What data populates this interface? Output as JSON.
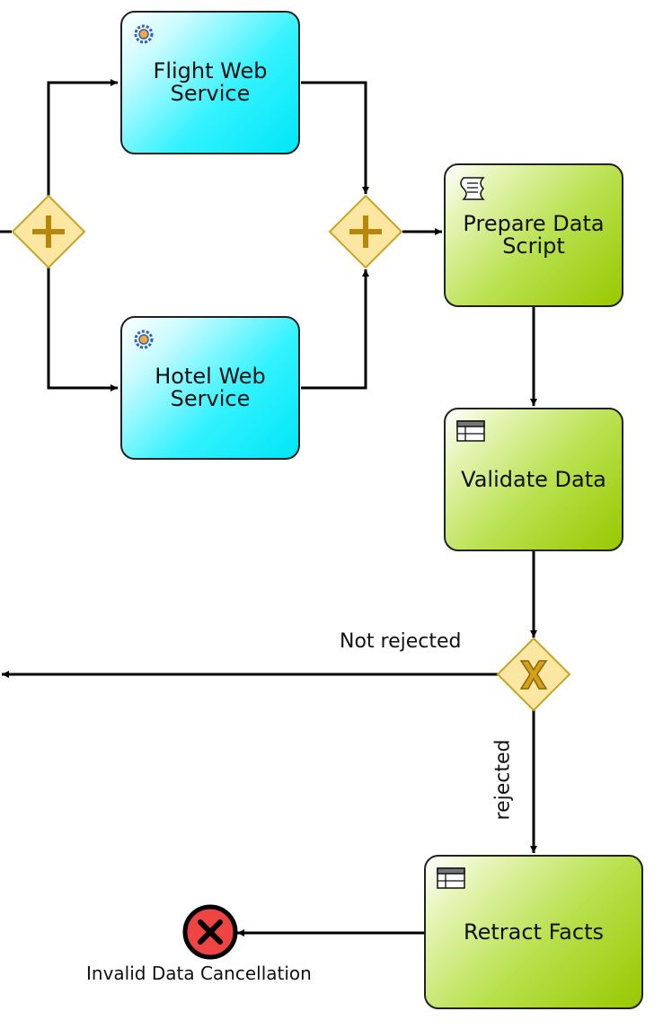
{
  "tasks": {
    "flight": {
      "label": "Flight Web\nService",
      "icon": "service-gear-icon"
    },
    "hotel": {
      "label": "Hotel Web\nService",
      "icon": "service-gear-icon"
    },
    "prepare": {
      "label": "Prepare Data\nScript",
      "icon": "script-icon"
    },
    "validate": {
      "label": "Validate Data",
      "icon": "business-rule-table-icon"
    },
    "retract": {
      "label": "Retract Facts",
      "icon": "business-rule-table-icon"
    }
  },
  "gateways": {
    "split": {
      "type": "parallel",
      "icon": "plus-icon"
    },
    "join": {
      "type": "parallel",
      "icon": "plus-icon"
    },
    "decision": {
      "type": "exclusive",
      "icon": "x-icon"
    }
  },
  "edges": {
    "not_rejected": "Not rejected",
    "rejected": "rejected"
  },
  "events": {
    "cancel_end": {
      "label": "Invalid Data Cancellation",
      "icon": "cancel-x-icon"
    }
  },
  "colors": {
    "service_task": "#00e6f6",
    "rule_task": "#98c800",
    "gateway_fill": "#fbe7a1",
    "gateway_stroke": "#c9a227",
    "gateway_mark": "#b8860b",
    "cancel_fill": "#ef4444"
  }
}
